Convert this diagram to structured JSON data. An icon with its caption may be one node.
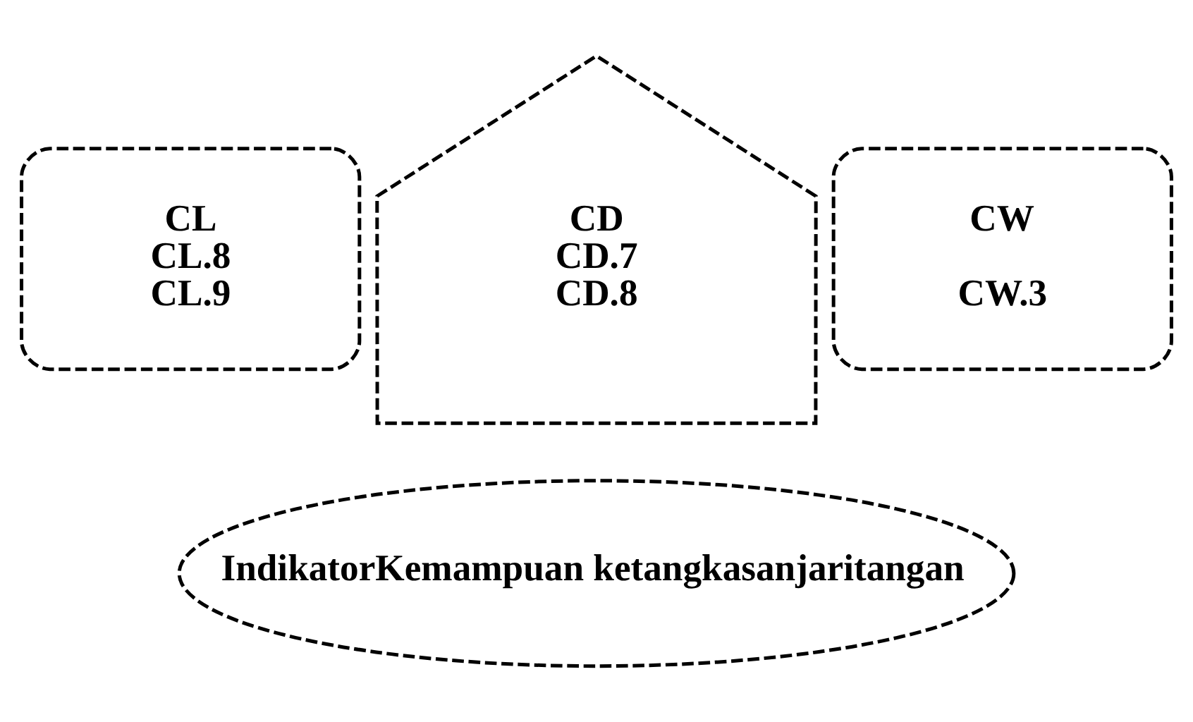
{
  "diagram": {
    "nodes": [
      {
        "text": [
          "CD",
          "CD.7",
          "CD.8"
        ]
      },
      {
        "text": [
          "CL",
          "CL.8",
          "CL.9"
        ]
      },
      {
        "text": [
          "CW",
          "CW.3"
        ]
      },
      {
        "text": [
          "IndikatorKemampuan ketangkasanjaritangan"
        ]
      }
    ]
  }
}
